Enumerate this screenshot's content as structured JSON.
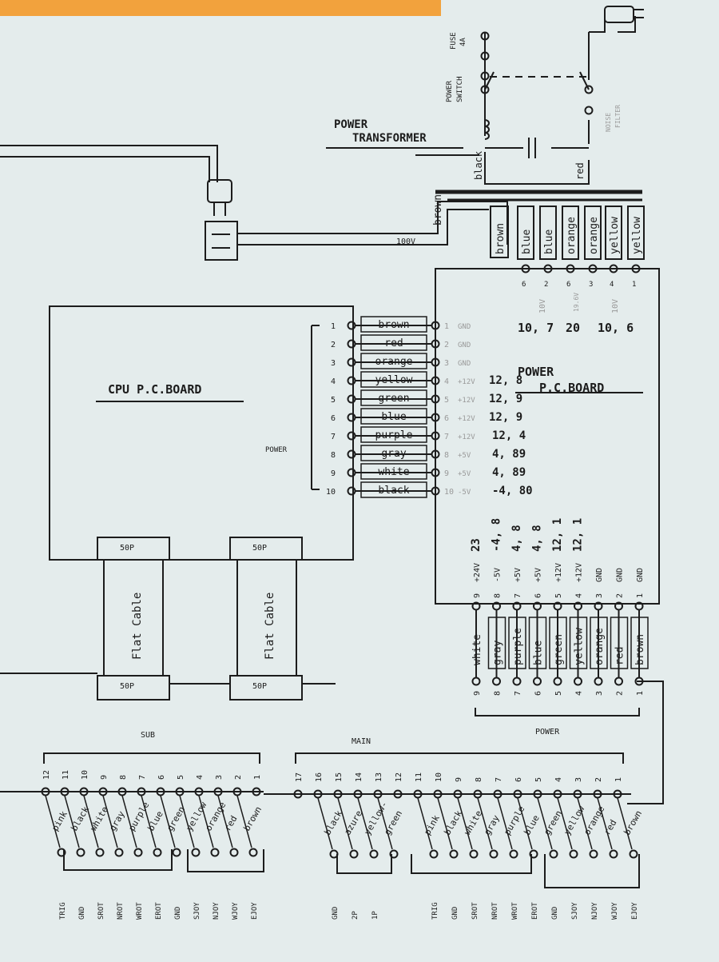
{
  "colors": {
    "green": "#20a050",
    "blue": "#1a1ae0",
    "orange": "#f08020",
    "yellow": "#f0d010",
    "ink": "#1c1c1c",
    "paper": "#e4ecec",
    "strip": "#f2a23d"
  },
  "labels": {
    "power_transformer_1": "POWER",
    "power_transformer_2": "TRANSFORMER",
    "fuse_1": "FUSE",
    "fuse_2": "4A",
    "power_switch_1": "POWER",
    "power_switch_2": "SWITCH",
    "noise_filter_1": "NOISE",
    "noise_filter_2": "FILTER",
    "v100": "100V",
    "cpu_board": "CPU P.C.BOARD",
    "power_board_1": "POWER",
    "power_board_2": "P.C.BOARD",
    "power_side": "POWER",
    "fifty_p": "50P",
    "flat_cable": "Flat Cable",
    "sub": "SUB",
    "main": "MAIN",
    "power_bottom": "POWER",
    "ac_black": "black",
    "ac_red": "red",
    "brown_top": "brown",
    "v10_a": "10V",
    "v19": "19.6V",
    "v10_b": "10V"
  },
  "transformer_wires": [
    {
      "color": "brown",
      "pin": ""
    },
    {
      "color": "blue",
      "pin": "6"
    },
    {
      "color": "blue",
      "pin": "2"
    },
    {
      "color": "orange",
      "pin": "6"
    },
    {
      "color": "orange",
      "pin": "3"
    },
    {
      "color": "yellow",
      "pin": "4"
    },
    {
      "color": "yellow",
      "pin": "1"
    }
  ],
  "measured_ac": [
    {
      "text": "10, 7",
      "color": "blue"
    },
    {
      "text": "20",
      "color": "orange"
    },
    {
      "text": "10, 6",
      "color": "yellow"
    }
  ],
  "cpu_power_connector": [
    {
      "pin": "1",
      "color": "brown",
      "right_pin": "1",
      "signal": "GND",
      "measured": ""
    },
    {
      "pin": "2",
      "color": "red",
      "right_pin": "2",
      "signal": "GND",
      "measured": ""
    },
    {
      "pin": "3",
      "color": "orange",
      "right_pin": "3",
      "signal": "GND",
      "measured": ""
    },
    {
      "pin": "4",
      "color": "yellow",
      "right_pin": "4",
      "signal": "+12V",
      "measured": "12, 8"
    },
    {
      "pin": "5",
      "color": "green",
      "right_pin": "5",
      "signal": "+12V",
      "measured": "12, 9"
    },
    {
      "pin": "6",
      "color": "blue",
      "right_pin": "6",
      "signal": "+12V",
      "measured": "12, 9"
    },
    {
      "pin": "7",
      "color": "purple",
      "right_pin": "7",
      "signal": "+12V",
      "measured": "12, 4"
    },
    {
      "pin": "8",
      "color": "gray",
      "right_pin": "8",
      "signal": "+5V",
      "measured": "4, 89"
    },
    {
      "pin": "9",
      "color": "white",
      "right_pin": "9",
      "signal": "+5V",
      "measured": "4, 89"
    },
    {
      "pin": "10",
      "color": "black",
      "right_pin": "10",
      "signal": "-5V",
      "measured": "-4, 80"
    }
  ],
  "power_out_connector": [
    {
      "pin": "9",
      "signal": "+24V",
      "measured": "23",
      "color": "white"
    },
    {
      "pin": "8",
      "signal": "-5V",
      "measured": "-4, 8",
      "color": "gray"
    },
    {
      "pin": "7",
      "signal": "+5V",
      "measured": "4, 8",
      "color": "purple"
    },
    {
      "pin": "6",
      "signal": "+5V",
      "measured": "4, 8",
      "color": "blue"
    },
    {
      "pin": "5",
      "signal": "+12V",
      "measured": "12, 1",
      "color": "green"
    },
    {
      "pin": "4",
      "signal": "+12V",
      "measured": "12, 1",
      "color": "yellow"
    },
    {
      "pin": "3",
      "signal": "GND",
      "measured": "",
      "color": "orange"
    },
    {
      "pin": "2",
      "signal": "GND",
      "measured": "",
      "color": "red"
    },
    {
      "pin": "1",
      "signal": "GND",
      "measured": "",
      "color": "brown"
    }
  ],
  "sub_connector": [
    {
      "pin": "12",
      "color": "pink",
      "signal": "TRIG"
    },
    {
      "pin": "11",
      "color": "black",
      "signal": "GND"
    },
    {
      "pin": "10",
      "color": "white",
      "signal": "SROT"
    },
    {
      "pin": "9",
      "color": "gray",
      "signal": "NROT"
    },
    {
      "pin": "8",
      "color": "purple",
      "signal": "WROT"
    },
    {
      "pin": "7",
      "color": "blue",
      "signal": "EROT"
    },
    {
      "pin": "6",
      "color": "green",
      "signal": "GND"
    },
    {
      "pin": "5",
      "color": "yellow",
      "signal": "SJOY"
    },
    {
      "pin": "4",
      "color": "orange",
      "signal": "NJOY"
    },
    {
      "pin": "3",
      "color": "red",
      "signal": "WJOY"
    },
    {
      "pin": "2",
      "color": "brown",
      "signal": "EJOY"
    },
    {
      "pin": "1",
      "color": "",
      "signal": ""
    }
  ],
  "main_connector": [
    {
      "pin": "17",
      "color": "",
      "signal": ""
    },
    {
      "pin": "16",
      "color": "black",
      "signal": "GND"
    },
    {
      "pin": "15",
      "color": "azure",
      "signal": "2P"
    },
    {
      "pin": "14",
      "color": "yellow-",
      "signal": "1P"
    },
    {
      "pin": "13",
      "color": "green",
      "signal": ""
    },
    {
      "pin": "12",
      "color": "",
      "signal": ""
    },
    {
      "pin": "11",
      "color": "pink",
      "signal": "TRIG"
    },
    {
      "pin": "10",
      "color": "black",
      "signal": "GND"
    },
    {
      "pin": "9",
      "color": "white",
      "signal": "SROT"
    },
    {
      "pin": "8",
      "color": "gray",
      "signal": "NROT"
    },
    {
      "pin": "7",
      "color": "purple",
      "signal": "WROT"
    },
    {
      "pin": "6",
      "color": "blue",
      "signal": "EROT"
    },
    {
      "pin": "5",
      "color": "green",
      "signal": "GND"
    },
    {
      "pin": "4",
      "color": "yellow",
      "signal": "SJOY"
    },
    {
      "pin": "3",
      "color": "orange",
      "signal": "NJOY"
    },
    {
      "pin": "2",
      "color": "red",
      "signal": "WJOY"
    },
    {
      "pin": "1",
      "color": "brown",
      "signal": "EJOY"
    }
  ]
}
